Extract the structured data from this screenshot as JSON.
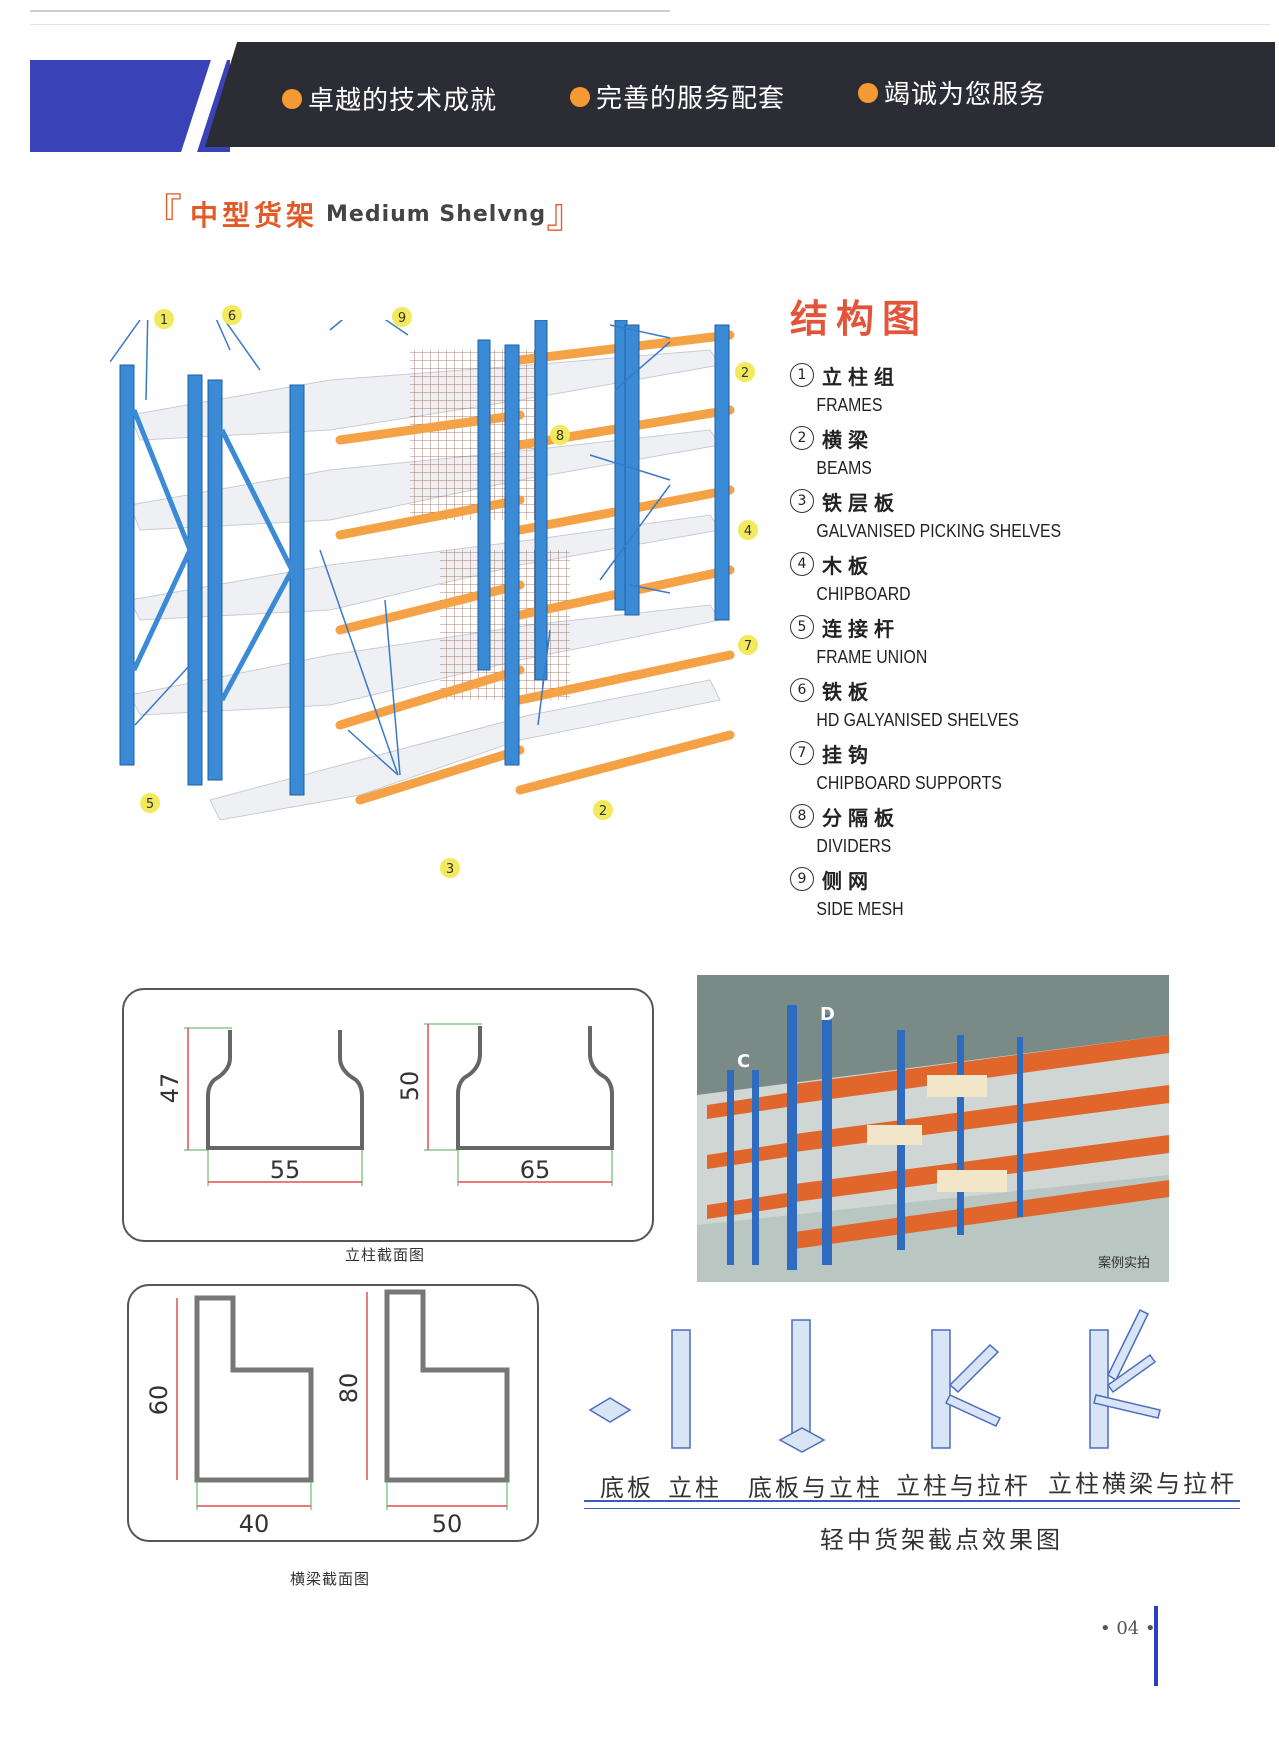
{
  "header": {
    "slogans": [
      "卓越的技术成就",
      "完善的服务配套",
      "竭诚为您服务"
    ],
    "colors": {
      "band": "#2c2c34",
      "accent_blue": "#3a42b8",
      "bullet": "#f59a33"
    }
  },
  "section": {
    "open_bracket": "『",
    "title_cn": "中型货架",
    "title_en": "Medium Shelvng",
    "close_bracket": "』"
  },
  "diagram": {
    "callouts": [
      "1",
      "6",
      "9",
      "2",
      "8",
      "4",
      "7",
      "5",
      "3",
      "2"
    ],
    "colors": {
      "frame": "#3a8ad6",
      "beam": "#f4a245",
      "callout": "#f2ea5c"
    }
  },
  "legend": {
    "title": "结构图",
    "items": [
      {
        "num": "1",
        "cn": "立柱组",
        "en": "FRAMES"
      },
      {
        "num": "2",
        "cn": "横梁",
        "en": "BEAMS"
      },
      {
        "num": "3",
        "cn": "铁层板",
        "en": "GALVANISED PICKING  SHELVES"
      },
      {
        "num": "4",
        "cn": "木板",
        "en": "CHIPBOARD"
      },
      {
        "num": "5",
        "cn": "连接杆",
        "en": "FRAME  UNION"
      },
      {
        "num": "6",
        "cn": "铁板",
        "en": "HD  GALYANISED  SHELVES"
      },
      {
        "num": "7",
        "cn": "挂钩",
        "en": "CHIPBOARD  SUPPORTS"
      },
      {
        "num": "8",
        "cn": "分隔板",
        "en": "DIVIDERS"
      },
      {
        "num": "9",
        "cn": "侧网",
        "en": "SIDE  MESH"
      }
    ]
  },
  "column_section": {
    "caption": "立柱截面图",
    "profiles": [
      {
        "height": "47",
        "width": "55"
      },
      {
        "height": "50",
        "width": "65"
      }
    ]
  },
  "beam_section": {
    "caption": "横梁截面图",
    "profiles": [
      {
        "height": "60",
        "width": "40"
      },
      {
        "height": "80",
        "width": "50"
      }
    ]
  },
  "photo": {
    "caption": "案例实拍",
    "tags": [
      "C",
      "D"
    ]
  },
  "connections": {
    "labels": [
      "底板",
      "立柱",
      "底板与立柱",
      "立柱与拉杆",
      "立柱横梁与拉杆"
    ],
    "title": "轻中货架截点效果图"
  },
  "page_number": "• 04 •"
}
